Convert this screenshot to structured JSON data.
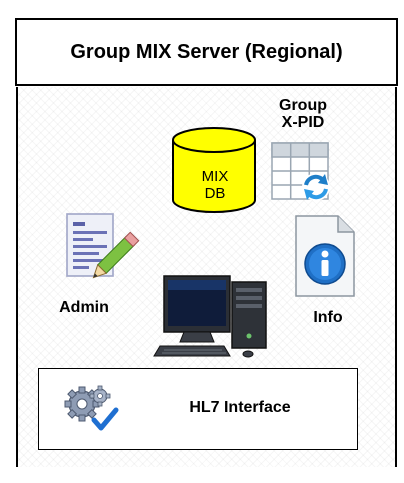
{
  "title": "Group MIX Server (Regional)",
  "components": {
    "group_xpid": {
      "label_line1": "Group",
      "label_line2": "X-PID",
      "icon": "table-refresh-icon"
    },
    "mix_db": {
      "label_line1": "MIX",
      "label_line2": "DB",
      "icon": "database-cylinder-icon",
      "color": "#ffff00"
    },
    "admin": {
      "label": "Admin",
      "icon": "document-edit-icon"
    },
    "info": {
      "label": "Info",
      "icon": "info-document-icon"
    },
    "computer": {
      "icon": "computer-workstation-icon"
    },
    "hl7": {
      "label": "HL7 Interface",
      "icon": "gears-check-icon"
    }
  }
}
